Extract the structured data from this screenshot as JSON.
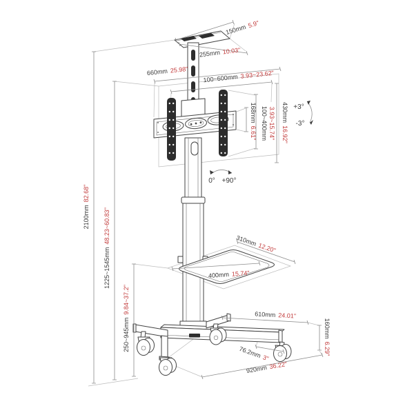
{
  "colors": {
    "mm_text": "#3a3a3a",
    "inch_text": "#c23b3b",
    "artwork_line": "#424242",
    "dimension_line": "#8b8b8b",
    "background": "#ffffff"
  },
  "dims": {
    "top_depth": {
      "mm": "150mm",
      "in": "5.9\""
    },
    "top_width": {
      "mm": "255mm",
      "in": "10.03\""
    },
    "mount_width": {
      "mm": "660mm",
      "in": "25.98\""
    },
    "vesa_width": {
      "mm": "100~600mm",
      "in": "3.93~23.62\""
    },
    "bar_height": {
      "mm": "168mm",
      "in": "6.61\""
    },
    "vesa_height": {
      "mm": "100~400mm",
      "in": "3.93~15.74\""
    },
    "mount_height": {
      "mm": "430mm",
      "in": "16.92\""
    },
    "total_height": {
      "mm": "2100mm",
      "in": "82.68\""
    },
    "center_height": {
      "mm": "1225~1545mm",
      "in": "48.23~60.83\""
    },
    "shelf_height": {
      "mm": "250~945mm",
      "in": "9.84~37.2\""
    },
    "shelf_depth": {
      "mm": "310mm",
      "in": "12.20\""
    },
    "shelf_width": {
      "mm": "400mm",
      "in": "15.74\""
    },
    "base_depth": {
      "mm": "610mm",
      "in": "24.01\""
    },
    "base_height": {
      "mm": "160mm",
      "in": "6.29\""
    },
    "caster": {
      "mm": "76.2mm",
      "in": "3\""
    },
    "base_width": {
      "mm": "920mm",
      "in": "36.22\""
    }
  },
  "angles": {
    "tilt_up": "+3°",
    "tilt_down": "-3°",
    "swivel_min": "0°",
    "swivel_max": "+90°"
  }
}
